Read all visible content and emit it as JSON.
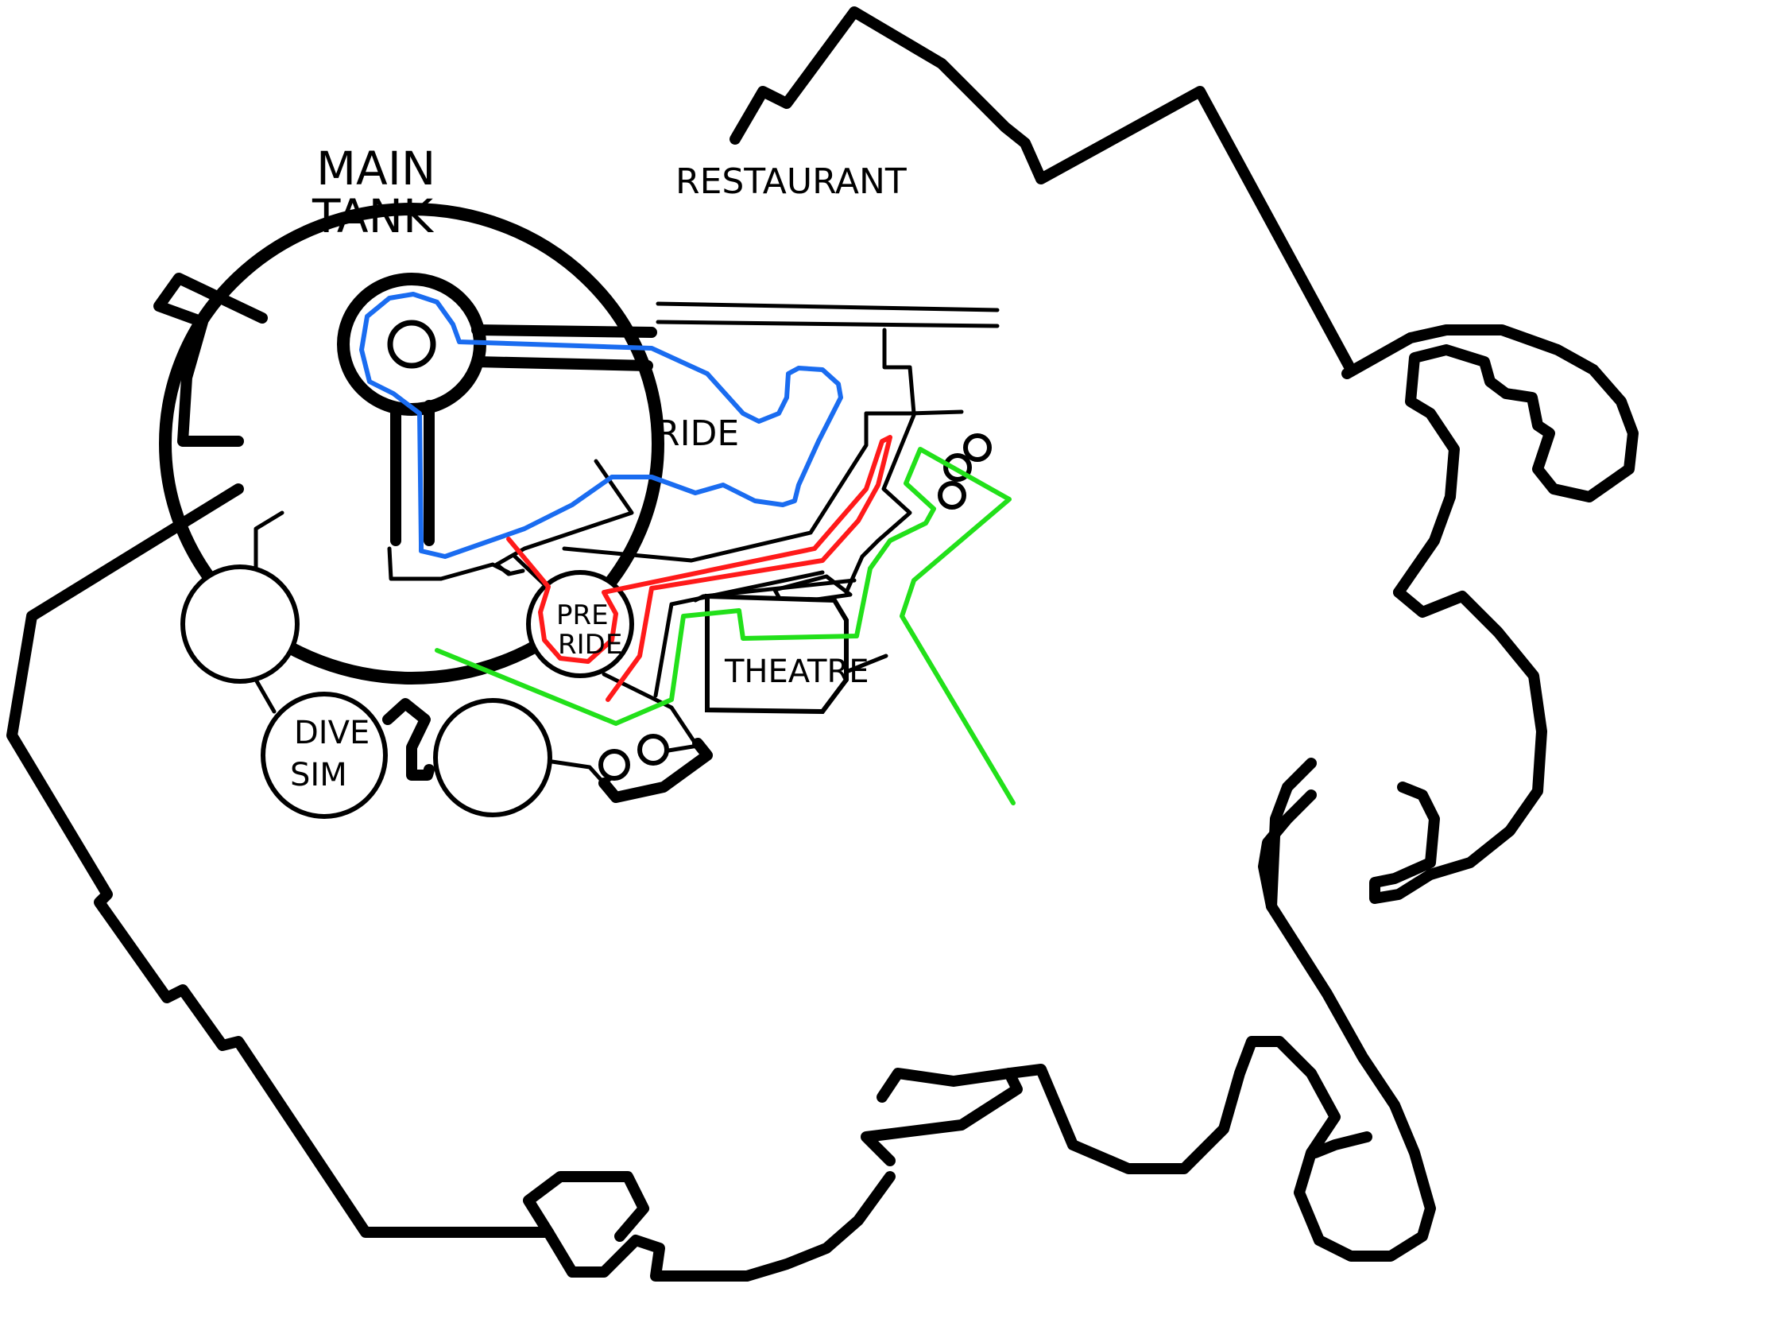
{
  "labels": {
    "main_tank_line1": "MAIN",
    "main_tank_line2": "TANK",
    "restaurant": "RESTAURANT",
    "ride": "RIDE",
    "pre_ride_line1": "PRE",
    "pre_ride_line2": "RIDE",
    "theatre": "THEATRE",
    "dive_sim_line1": "DIVE",
    "dive_sim_line2": "SIM"
  },
  "colors": {
    "outline": "#000000",
    "background": "#ffffff",
    "route_blue": "#1a6cf0",
    "route_red": "#ff1a1a",
    "route_green": "#22e01a"
  }
}
